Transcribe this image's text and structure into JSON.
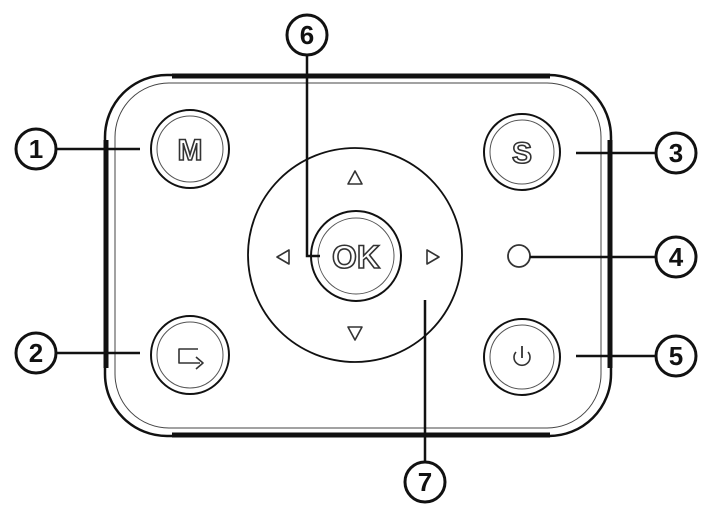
{
  "device": {
    "buttons": {
      "menu": {
        "text": "M"
      },
      "set": {
        "text": "S"
      },
      "ok": {
        "text": "OK"
      },
      "back": {
        "icon": "return-arrow-icon"
      },
      "power": {
        "icon": "power-icon"
      }
    },
    "indicator": {
      "icon": "status-led-icon"
    },
    "dpad": {
      "icons": [
        "arrow-up-icon",
        "arrow-down-icon",
        "arrow-left-icon",
        "arrow-right-icon"
      ]
    }
  },
  "callouts": [
    "1",
    "2",
    "3",
    "4",
    "5",
    "6",
    "7"
  ],
  "colors": {
    "line": "#111111",
    "background": "#ffffff"
  }
}
